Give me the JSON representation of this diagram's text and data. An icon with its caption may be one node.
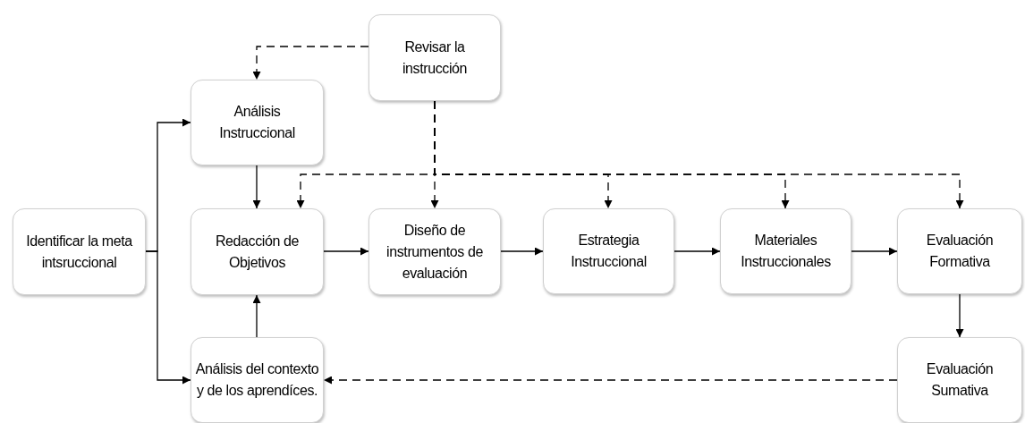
{
  "diagram": {
    "nodes": [
      {
        "text": [
          "Revisar la instrucción"
        ]
      },
      {
        "text": [
          "Análisis Instruccional"
        ]
      },
      {
        "text": [
          "Identificar la meta intsruccional"
        ]
      },
      {
        "text": [
          "Redacción de Objetivos"
        ]
      },
      {
        "text": [
          "Diseño de instrumentos de evaluación"
        ]
      },
      {
        "text": [
          "Estrategia Instruccional"
        ]
      },
      {
        "text": [
          "Materiales Instruccionales"
        ]
      },
      {
        "text": [
          "Evaluación Formativa"
        ]
      },
      {
        "text": [
          "Análisis del contexto y de los aprendíces."
        ]
      },
      {
        "text": [
          "Evaluación Sumativa"
        ]
      }
    ],
    "edges": [
      {
        "from": 2,
        "to": 1,
        "arrow": "to"
      },
      {
        "from": 2,
        "to": 8,
        "arrow": "to"
      },
      {
        "from": 1,
        "to": 3,
        "arrow": "to"
      },
      {
        "from": 8,
        "to": 3,
        "arrow": "to"
      },
      {
        "from": 3,
        "to": 4,
        "arrow": "to"
      },
      {
        "from": 4,
        "to": 5,
        "arrow": "to"
      },
      {
        "from": 5,
        "to": 6,
        "arrow": "to"
      },
      {
        "from": 6,
        "to": 7,
        "arrow": "to"
      },
      {
        "from": 7,
        "to": 9,
        "arrow": "to"
      },
      {
        "from": 9,
        "to": 8,
        "arrow": "to",
        "style": "dashed"
      },
      {
        "from": 0,
        "to": 1,
        "arrow": "to",
        "style": "dashed"
      },
      {
        "from": 0,
        "to": 3,
        "arrow": "to",
        "style": "dashed"
      },
      {
        "from": 0,
        "to": 4,
        "arrow": "to",
        "style": "dashed"
      },
      {
        "from": 0,
        "to": 5,
        "arrow": "to",
        "style": "dashed"
      },
      {
        "from": 0,
        "to": 6,
        "arrow": "to",
        "style": "dashed"
      },
      {
        "from": 0,
        "to": 7,
        "arrow": "to",
        "style": "dashed"
      }
    ]
  }
}
